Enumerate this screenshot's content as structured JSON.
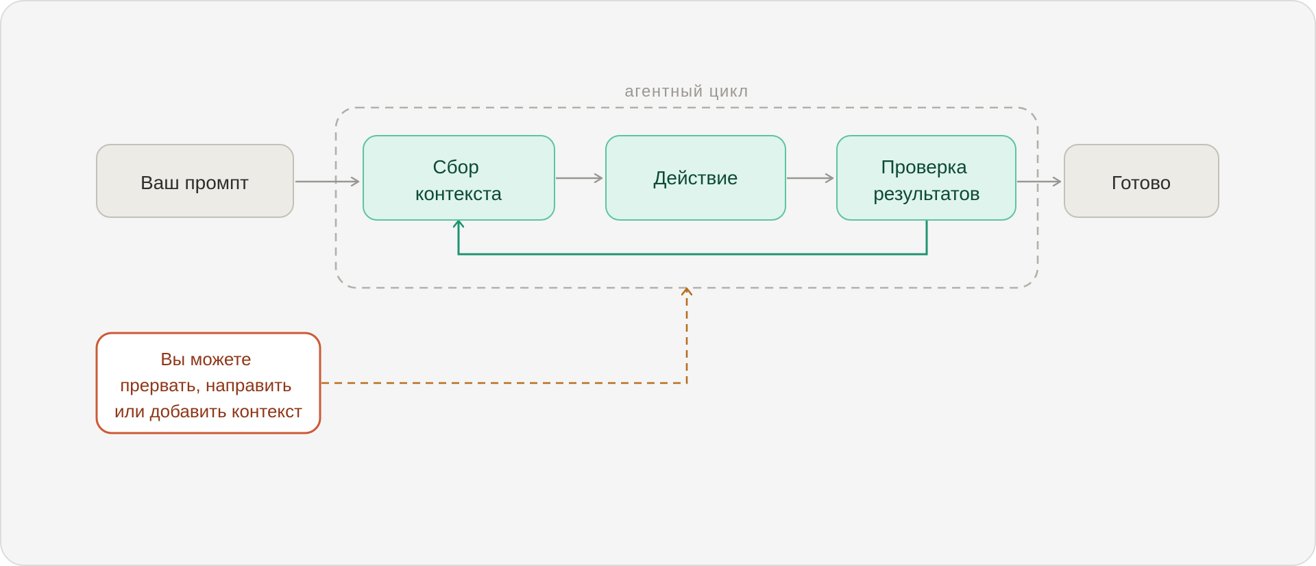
{
  "diagram": {
    "loop_label": "агентный цикл",
    "nodes": {
      "prompt": {
        "lines": [
          "Ваш промпт"
        ]
      },
      "gather": {
        "lines": [
          "Сбор",
          "контекста"
        ]
      },
      "action": {
        "lines": [
          "Действие"
        ]
      },
      "verify": {
        "lines": [
          "Проверка",
          "результатов"
        ]
      },
      "done": {
        "lines": [
          "Готово"
        ]
      },
      "intervene": {
        "lines": [
          "Вы можете",
          "прервать, направить",
          "или добавить контекст"
        ]
      }
    },
    "colors": {
      "background": "#f5f5f5",
      "neutral_fill": "#edebe6",
      "neutral_stroke": "#c4c0b8",
      "neutral_text": "#2e2e2e",
      "step_fill": "#dff4ec",
      "step_stroke": "#5cc49f",
      "step_text": "#0d4a35",
      "loop_stroke": "#1e9470",
      "group_stroke": "#b2b0a9",
      "group_label": "#9a9890",
      "arrow_gray": "#999790",
      "accent_fill": "#ffffff",
      "accent_stroke": "#cc5a36",
      "accent_text": "#8f3719",
      "accent_connector": "#b86e1e"
    }
  }
}
